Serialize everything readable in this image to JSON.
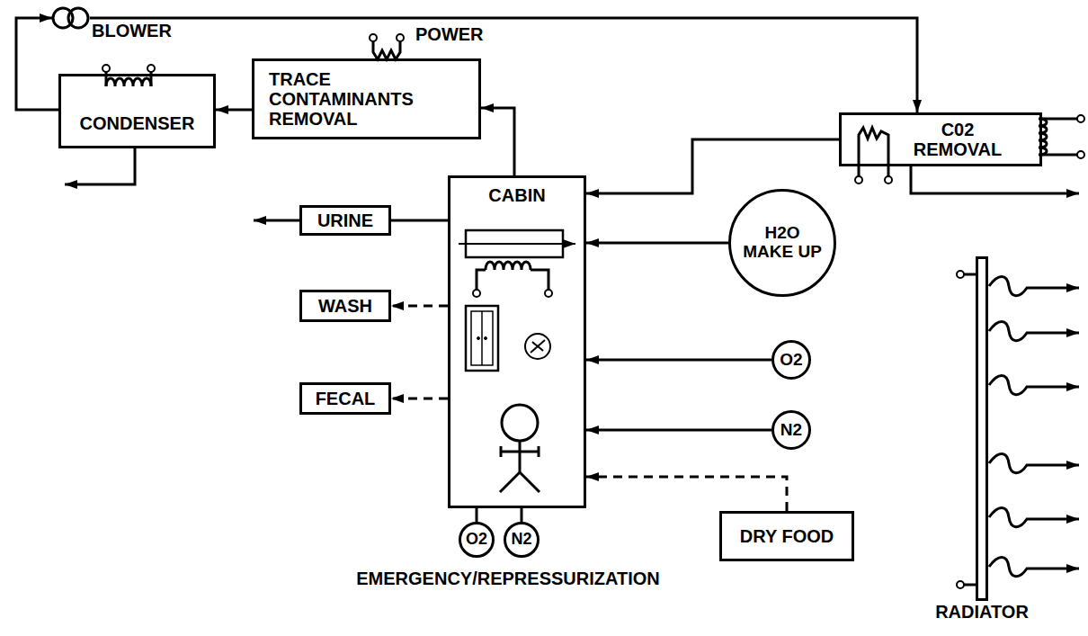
{
  "diagram": {
    "nodes": [
      {
        "text": [
          "CONDENSER"
        ]
      },
      {
        "text": [
          "BLOWER"
        ]
      },
      {
        "text": [
          "TRACE CONTAMINANTS REMOVAL"
        ]
      },
      {
        "text": [
          "C02 REMOVAL"
        ]
      },
      {
        "text": [
          "CABIN"
        ]
      },
      {
        "text": [
          "H2O MAKE UP"
        ]
      },
      {
        "text": [
          "URINE"
        ]
      },
      {
        "text": [
          "WASH"
        ]
      },
      {
        "text": [
          "FECAL"
        ]
      },
      {
        "text": [
          "O2"
        ]
      },
      {
        "text": [
          "N2"
        ]
      },
      {
        "text": [
          "DRY FOOD"
        ]
      },
      {
        "text": [
          "O2"
        ]
      },
      {
        "text": [
          "N2"
        ]
      },
      {
        "text": [
          "RADIATOR"
        ]
      }
    ],
    "edges": [
      {
        "from": 0,
        "to": 1,
        "arrow": "to"
      },
      {
        "from": 1,
        "to": 3,
        "arrow": "to"
      },
      {
        "from": 2,
        "to": 0,
        "arrow": "to"
      },
      {
        "from": 4,
        "to": 2,
        "arrow": "to"
      },
      {
        "from": 3,
        "to": 4,
        "arrow": "to"
      },
      {
        "from": 5,
        "to": 4,
        "arrow": "to"
      },
      {
        "from": 9,
        "to": 4,
        "arrow": "to"
      },
      {
        "from": 10,
        "to": 4,
        "arrow": "to"
      },
      {
        "from": 11,
        "to": 4,
        "arrow": "to"
      },
      {
        "from": 4,
        "to": 6,
        "arrow": "none"
      },
      {
        "from": 4,
        "to": 7,
        "arrow": "to"
      },
      {
        "from": 4,
        "to": 8,
        "arrow": "to"
      },
      {
        "from": 12,
        "to": 4,
        "arrow": "none"
      },
      {
        "from": 13,
        "to": 4,
        "arrow": "none"
      }
    ],
    "labels": [
      "POWER",
      "EMERGENCY/REPRESSURIZATION"
    ]
  }
}
